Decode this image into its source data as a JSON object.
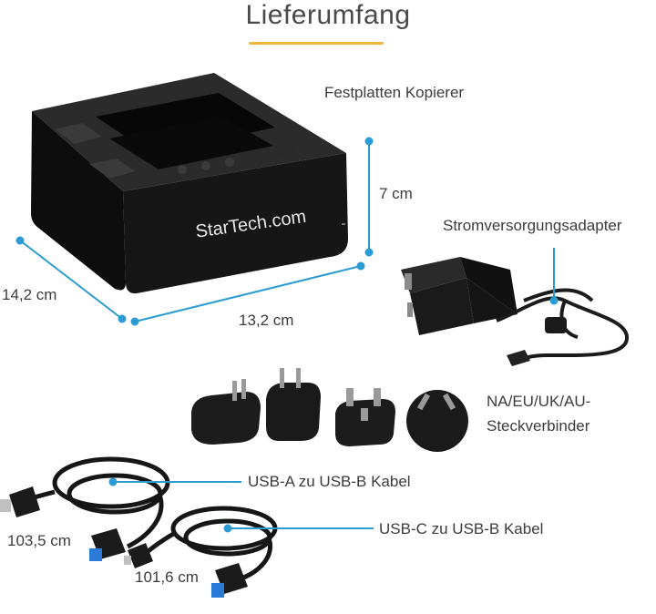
{
  "title": "Lieferumfang",
  "brand_logo_text": "StarTech.com",
  "items": {
    "dock": "Festplatten Kopierer",
    "power_adapter": "Stromversorgungsadapter",
    "plugs_line1": "NA/EU/UK/AU-",
    "plugs_line2": "Steckverbinder",
    "usb_a_cable": "USB-A zu USB-B Kabel",
    "usb_c_cable": "USB-C zu USB-B Kabel"
  },
  "dimensions": {
    "height": "7 cm",
    "depth": "14,2 cm",
    "width": "13,2 cm",
    "usb_a_length": "103,5 cm",
    "usb_c_length": "101,6 cm"
  },
  "colors": {
    "accent_line": "#2b9bd3",
    "title_underline": "#f0b43a",
    "device": "#1b1b1b"
  }
}
